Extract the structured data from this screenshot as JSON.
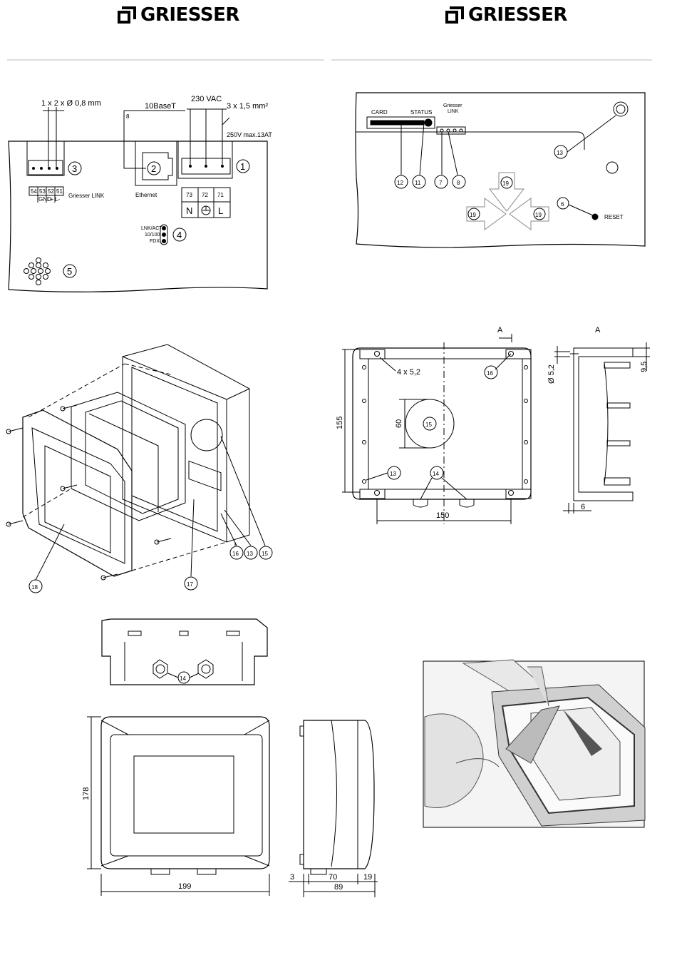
{
  "header": {
    "brand_left": "GRIESSER",
    "brand_right": "GRIESSER"
  },
  "wiring": {
    "cable_spec": "1 x 2 x Ø 0,8 mm",
    "network": "10BaseT",
    "network_pin": "8",
    "supply": "230 VAC",
    "supply_wire": "3 x 1,5 mm²",
    "fuse": "250V max.13AT",
    "terminals_link": [
      "54",
      "53",
      "52",
      "51"
    ],
    "link_sub1": "GND",
    "link_sub2": "L+",
    "link_sub3": "L-",
    "link_label": "Griesser LINK",
    "ethernet_label": "Ethernet",
    "terminals_power": [
      "73",
      "72",
      "71"
    ],
    "power_labels": [
      "N",
      "L"
    ],
    "leds": [
      "LNK/ACT",
      "10/100",
      "FDX"
    ],
    "callouts": [
      "1",
      "2",
      "3",
      "4",
      "5"
    ]
  },
  "front_panel": {
    "card": "CARD",
    "status": "STATUS",
    "link_top": "Griesser",
    "link_bottom": "LINK",
    "reset": "RESET",
    "callouts": [
      "12",
      "11",
      "7",
      "8",
      "19",
      "6",
      "13"
    ]
  },
  "mounting": {
    "section_mark": "A",
    "holes": "4 x 5,2",
    "dim_height": "155",
    "dim_width": "150",
    "dim_circle": "60",
    "dim_hole": "Ø 5,2",
    "dim_depth": "9,5",
    "dim_wall": "6",
    "callouts": [
      "16",
      "15",
      "13",
      "14"
    ]
  },
  "exploded": {
    "callouts": [
      "16",
      "13",
      "15",
      "18",
      "17"
    ]
  },
  "bottom_view": {
    "callout": "14"
  },
  "dimensions": {
    "height": "178",
    "width": "199",
    "side_a": "3",
    "side_b": "70",
    "side_c": "19",
    "side_total": "89"
  }
}
